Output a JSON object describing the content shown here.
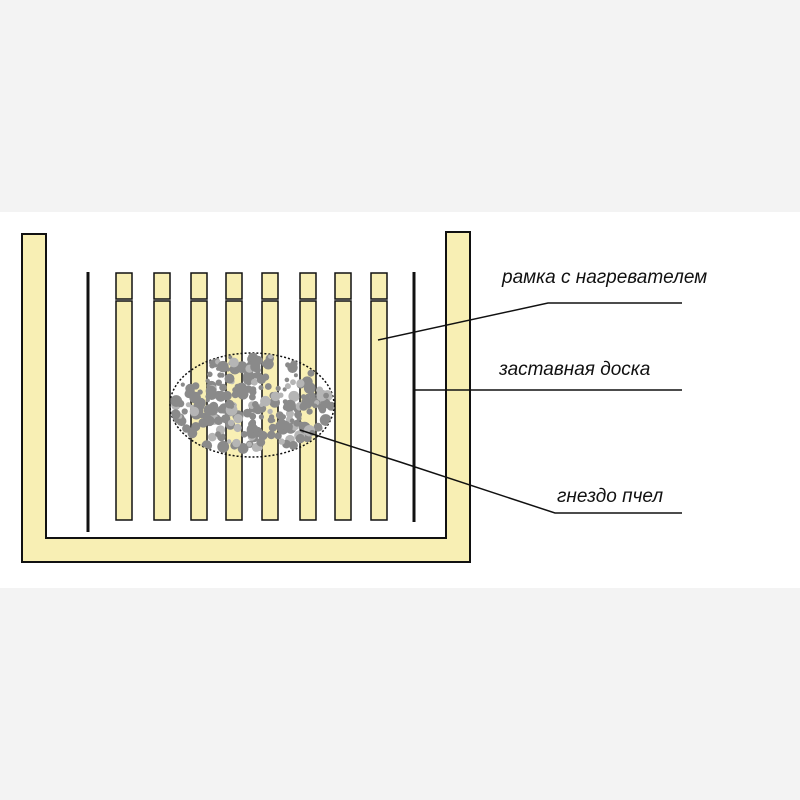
{
  "diagram": {
    "labels": {
      "heater_frame": "рамка с нагревателем",
      "partition_board": "заставная доска",
      "bee_nest": "гнездо пчел"
    },
    "colors": {
      "wood_fill": "#f8efb4",
      "outline": "#111111",
      "nest_fill": "#8a8a8a",
      "background": "#ffffff"
    }
  }
}
